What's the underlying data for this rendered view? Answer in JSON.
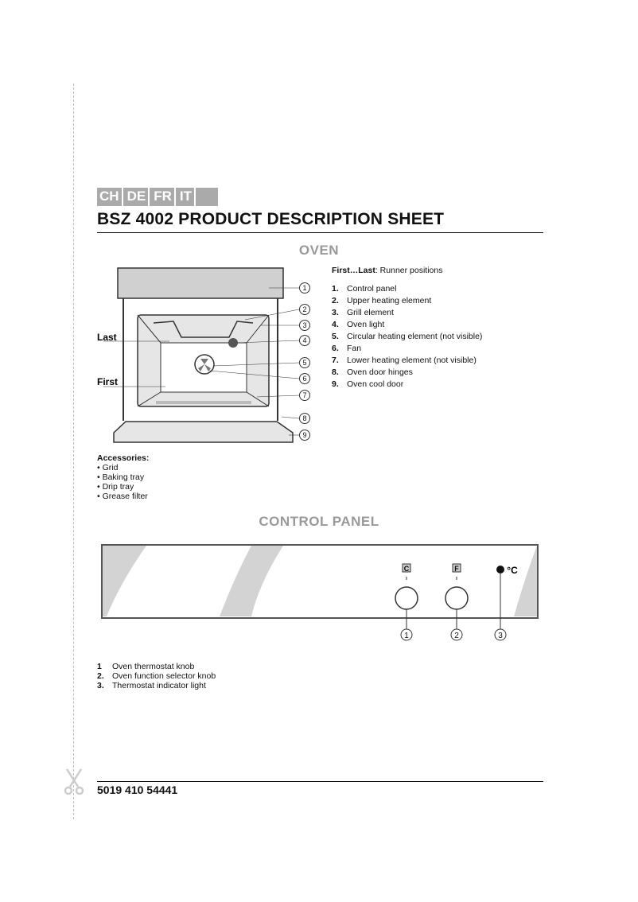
{
  "header": {
    "title": "BSZ 4002 PRODUCT DESCRIPTION SHEET",
    "languages": [
      "CH",
      "DE",
      "FR",
      "IT"
    ]
  },
  "oven": {
    "heading": "OVEN",
    "runner_note_bold": "First…Last",
    "runner_note": ": Runner positions",
    "diagram_labels": {
      "last": "Last",
      "first": "First",
      "callouts": [
        "1",
        "2",
        "3",
        "4",
        "5",
        "6",
        "7",
        "8",
        "9"
      ]
    },
    "parts": [
      {
        "num": "1.",
        "label": "Control panel"
      },
      {
        "num": "2.",
        "label": "Upper heating element"
      },
      {
        "num": "3.",
        "label": "Grill element"
      },
      {
        "num": "4.",
        "label": "Oven light"
      },
      {
        "num": "5.",
        "label": "Circular heating element (not visible)"
      },
      {
        "num": "6.",
        "label": "Fan"
      },
      {
        "num": "7.",
        "label": "Lower heating element (not visible)"
      },
      {
        "num": "8.",
        "label": "Oven door hinges"
      },
      {
        "num": "9.",
        "label": "Oven cool door"
      }
    ],
    "accessories_title": "Accessories:",
    "accessories": [
      "• Grid",
      "• Baking tray",
      "• Drip tray",
      "• Grease filter"
    ]
  },
  "control_panel": {
    "heading": "CONTROL PANEL",
    "knob_symbols": [
      "C",
      "F"
    ],
    "indicator_label": "°C",
    "callouts": [
      "1",
      "2",
      "3"
    ],
    "items": [
      {
        "num": "1",
        "label": "Oven thermostat knob"
      },
      {
        "num": "2.",
        "label": "Oven function selector knob"
      },
      {
        "num": "3.",
        "label": "Thermostat indicator light"
      }
    ]
  },
  "footer": {
    "code": "5019 410 54441"
  }
}
